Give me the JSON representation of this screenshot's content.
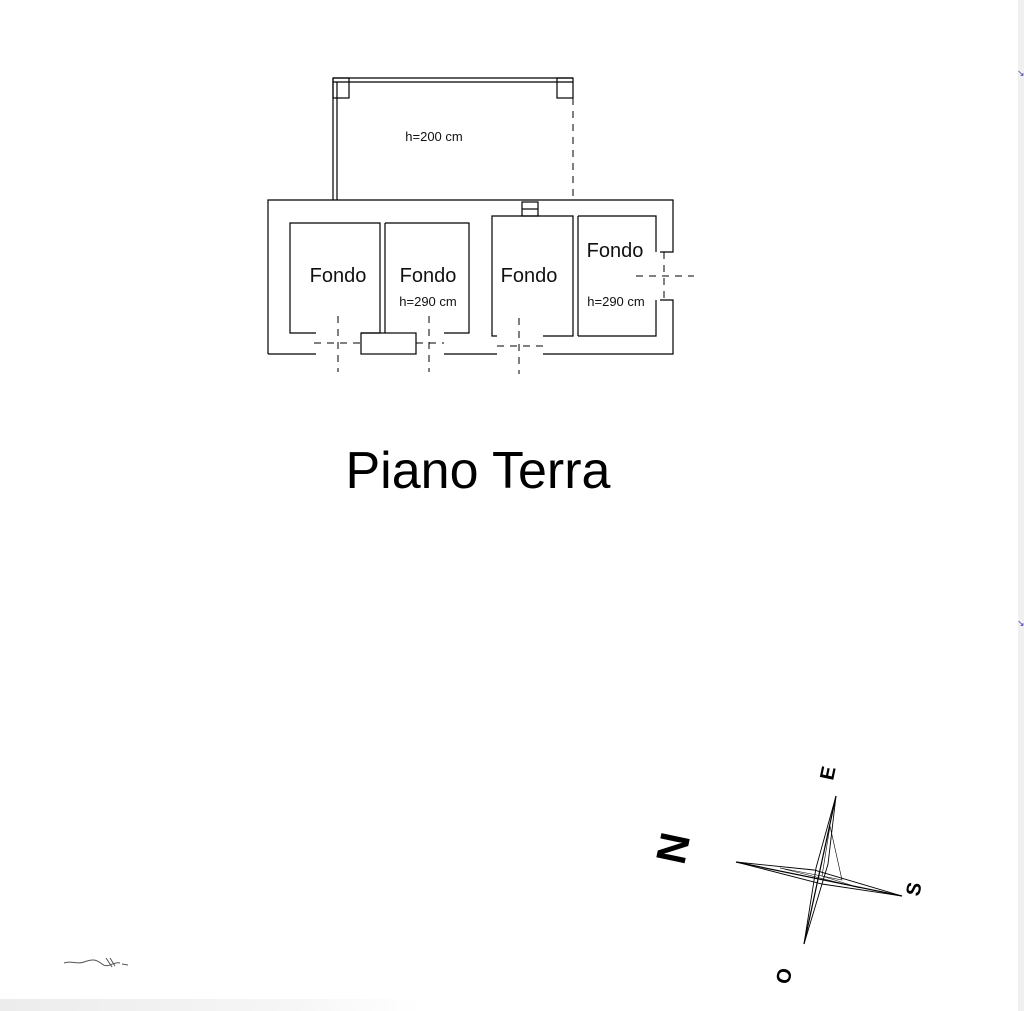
{
  "floor_title": "Piano Terra",
  "terrace": {
    "height_label": "h=200 cm"
  },
  "rooms": [
    {
      "label": "Fondo"
    },
    {
      "label": "Fondo",
      "height_label": "h=290 cm"
    },
    {
      "label": "Fondo"
    },
    {
      "label": "Fondo",
      "height_label": "h=290 cm"
    }
  ],
  "compass": {
    "north": "N",
    "east": "E",
    "south": "S",
    "west": "O"
  }
}
